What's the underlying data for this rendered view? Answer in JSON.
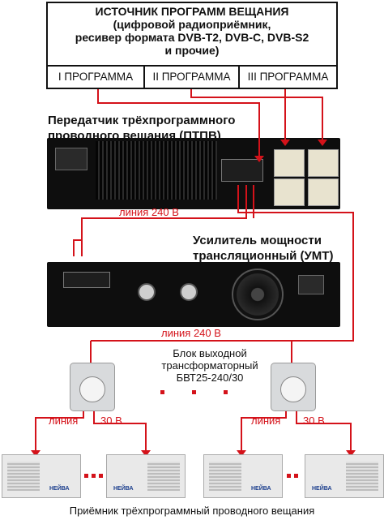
{
  "source": {
    "title_lines": [
      "ИСТОЧНИК ПРОГРАММ ВЕЩАНИЯ",
      "(цифровой радиоприёмник,",
      "ресивер формата DVB-T2, DVB-C, DVB-S2",
      "и прочие)"
    ],
    "programs": [
      "I ПРОГРАММА",
      "II ПРОГРАММА",
      "III ПРОГРАММА"
    ]
  },
  "transmitter": {
    "title_lines": [
      "Передатчик трёхпрограммного",
      "проводного вещания (ПТПВ)"
    ]
  },
  "amplifier": {
    "title_lines": [
      "Усилитель мощности",
      "трансляционный (УМТ)"
    ]
  },
  "line_labels": {
    "line_240_a": "линия 240 В",
    "line_240_b": "линия 240 В",
    "line_left": "линия",
    "v30_left": "30 В",
    "line_right": "линия",
    "v30_right": "30 В"
  },
  "transformer_block": {
    "caption_lines": [
      "Блок выходной",
      "трансформаторный",
      "БВТ25-240/30"
    ]
  },
  "receivers": {
    "caption": "Приёмник трёхпрограммный проводного вещания",
    "brand": "НЕЙВА"
  },
  "colors": {
    "wire": "#d4121a",
    "device": "#0e0e0e",
    "text": "#111111"
  }
}
